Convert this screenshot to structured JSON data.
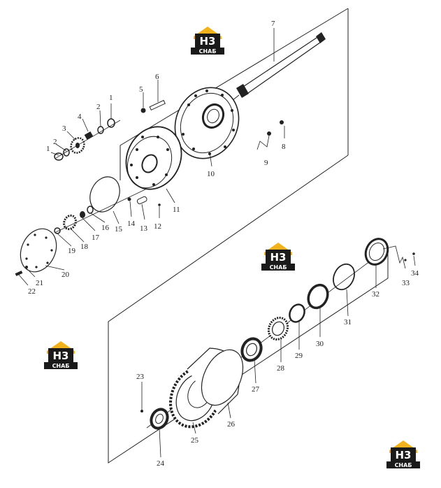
{
  "logo": {
    "letters": "H3",
    "word": "СНАБ",
    "colors": {
      "roof": "#f2b21c",
      "body": "#1a1a1a",
      "text": "#ffffff"
    }
  },
  "callouts": [
    "1",
    "2",
    "3",
    "4",
    "2",
    "1",
    "5",
    "6",
    "7",
    "8",
    "9",
    "10",
    "11",
    "12",
    "13",
    "14",
    "15",
    "16",
    "17",
    "18",
    "19",
    "20",
    "21",
    "22",
    "23",
    "24",
    "25",
    "26",
    "27",
    "28",
    "29",
    "30",
    "31",
    "32",
    "33",
    "34"
  ]
}
